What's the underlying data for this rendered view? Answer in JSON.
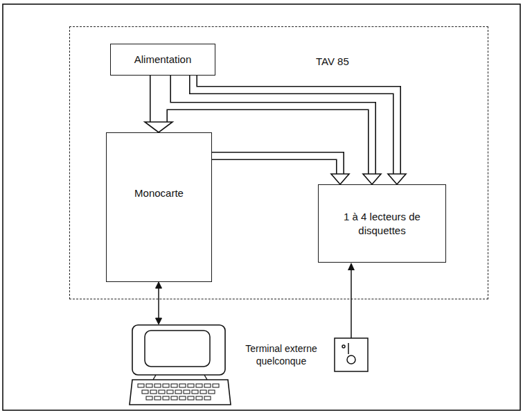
{
  "diagram": {
    "nodes": [
      {
        "text": [
          "TAV 85"
        ]
      },
      {
        "text": [
          "Alimentation"
        ],
        "in": 0
      },
      {
        "text": [
          "Monocarte"
        ],
        "in": 0
      },
      {
        "text": [
          "1 à 4 lecteurs de disquettes"
        ],
        "in": 0
      },
      {
        "text": [
          "Terminal externe quelconque"
        ]
      }
    ],
    "edges": [
      {
        "from": 1,
        "to": 2,
        "arrow": "to"
      },
      {
        "from": 1,
        "to": 3,
        "arrow": "to"
      },
      {
        "from": 1,
        "to": 3,
        "arrow": "to"
      },
      {
        "from": 2,
        "to": 3,
        "arrow": "to"
      },
      {
        "from": 2,
        "to": 4,
        "arrow": "both"
      }
    ]
  }
}
